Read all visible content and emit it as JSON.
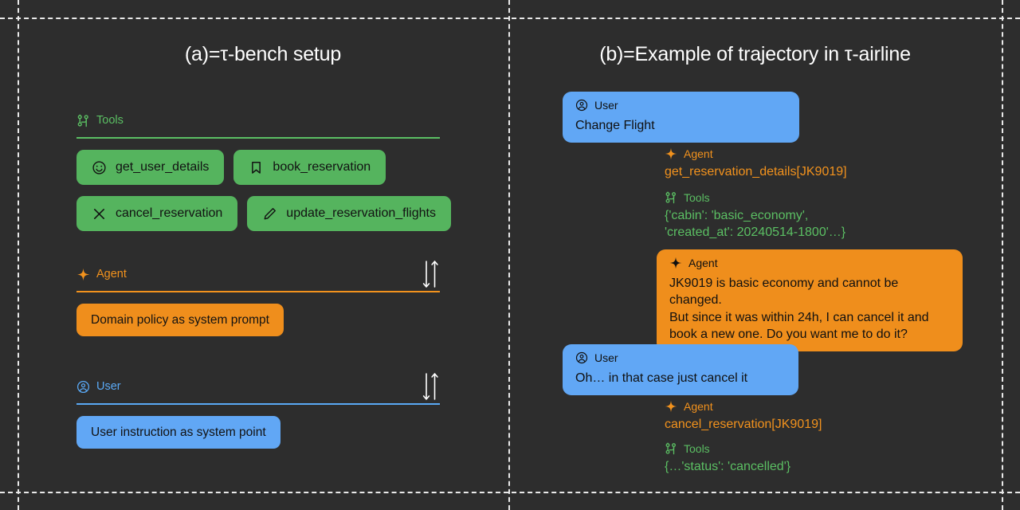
{
  "figure": {
    "panel_a": {
      "title": "(a)=τ-bench setup",
      "sections": [
        {
          "label": "Tools",
          "icon": "git-branch-icon",
          "color": "#5bbf63",
          "has_updown": false
        },
        {
          "label": "Agent",
          "icon": "sparkle-icon",
          "color": "#f2921d",
          "has_updown": true
        },
        {
          "label": "User",
          "icon": "user-circle-icon",
          "color": "#5aa9f5",
          "has_updown": true
        }
      ],
      "tools": [
        {
          "label": "get_user_details",
          "icon": "smiley-icon"
        },
        {
          "label": "book_reservation",
          "icon": "bookmark-icon"
        },
        {
          "label": "cancel_reservation",
          "icon": "close-x-icon"
        },
        {
          "label": "update_reservation_flights",
          "icon": "pencil-icon"
        }
      ],
      "agent_bubble": "Domain policy as system prompt",
      "user_bubble": "User instruction as system point"
    },
    "panel_b": {
      "title": "(b)=Example of trajectory in τ-airline",
      "steps": [
        {
          "kind": "bubble",
          "role": "User",
          "icon": "user-circle-icon",
          "style": "blue",
          "text": "Change Flight"
        },
        {
          "kind": "plain",
          "role": "Agent",
          "icon": "sparkle-icon",
          "color": "#f2921d",
          "text": "get_reservation_details[JK9019]"
        },
        {
          "kind": "plain",
          "role": "Tools",
          "icon": "git-branch-icon",
          "color": "#5bbf63",
          "text": "{'cabin': 'basic_economy',\n'created_at': 20240514-1800'…}"
        },
        {
          "kind": "bubble",
          "role": "Agent",
          "icon": "sparkle-icon",
          "style": "orange",
          "text": "JK9019 is basic economy and cannot be changed.\nBut since it was within 24h, I can cancel it and\nbook a new one. Do you want me to do it?"
        },
        {
          "kind": "bubble",
          "role": "User",
          "icon": "user-circle-icon",
          "style": "blue",
          "text": "Oh… in that case just cancel it"
        },
        {
          "kind": "plain",
          "role": "Agent",
          "icon": "sparkle-icon",
          "color": "#f2921d",
          "text": "cancel_reservation[JK9019]"
        },
        {
          "kind": "plain",
          "role": "Tools",
          "icon": "git-branch-icon",
          "color": "#5bbf63",
          "text": "{…'status': 'cancelled'}"
        }
      ]
    }
  },
  "colors": {
    "background": "#2d2d2d",
    "green": "#55b45e",
    "orange": "#ef8e1c",
    "blue": "#61a7f5",
    "text": "#ffffff",
    "guide": "#e9e9e9"
  }
}
